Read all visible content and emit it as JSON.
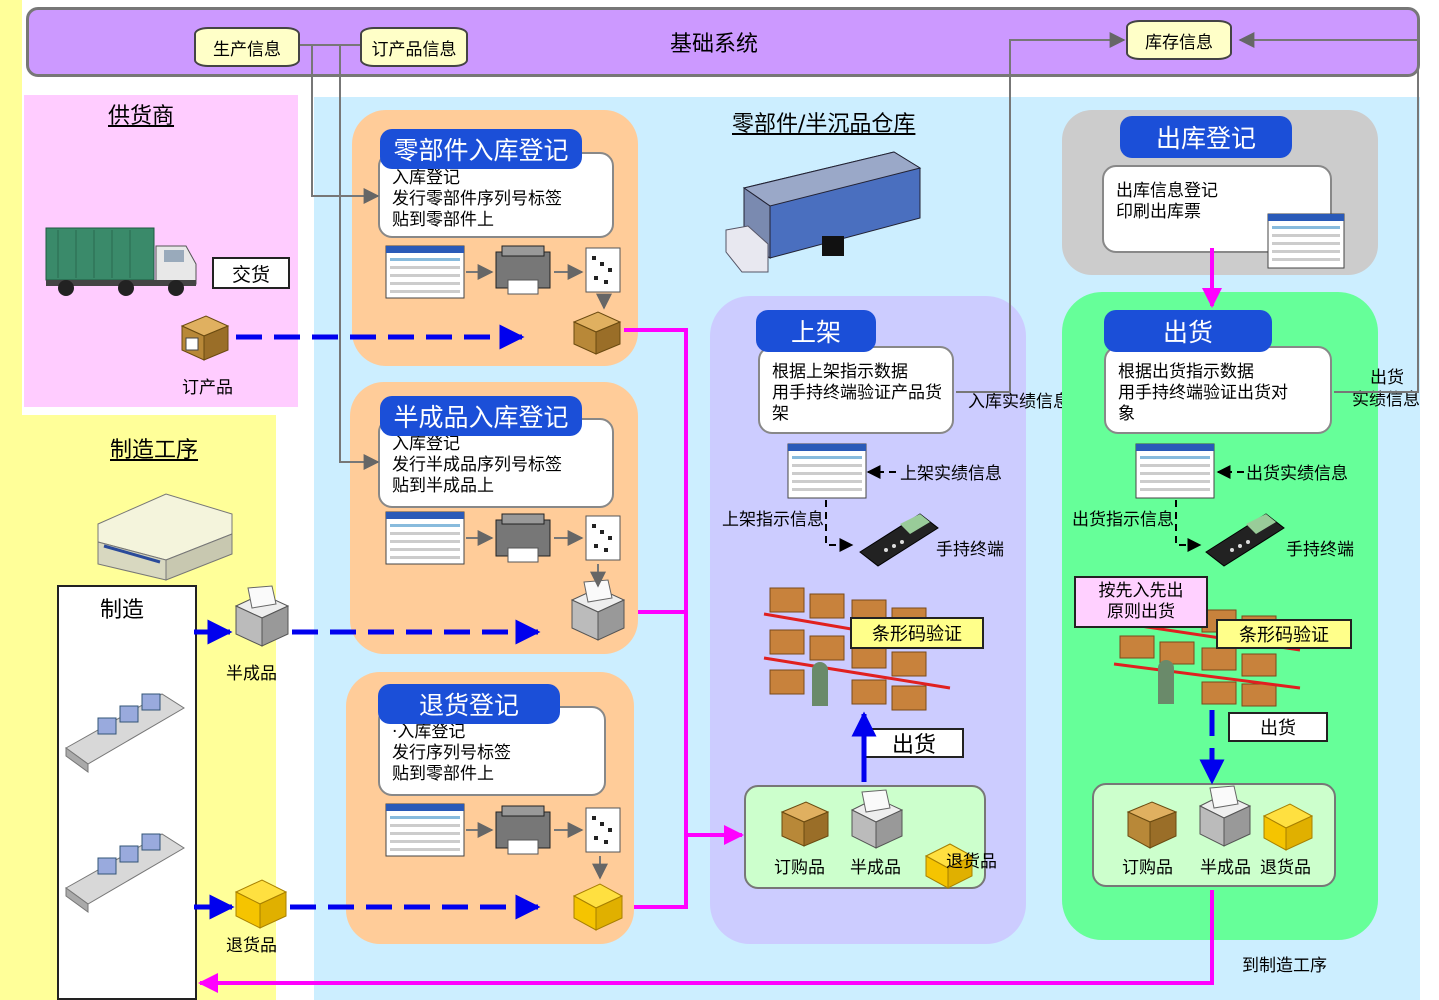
{
  "top_bar": {
    "title": "基础系统",
    "db_production": "生产信息",
    "db_order": "订产品信息",
    "db_inventory": "库存信息"
  },
  "supplier": {
    "title": "供货商",
    "delivery": "交货",
    "ordered_product": "订产品"
  },
  "manufacturing": {
    "title": "制造工序",
    "process": "制造",
    "semi_finished": "半成品",
    "returned": "退货品"
  },
  "warehouse": {
    "title": "零部件/半沉品仓库"
  },
  "parts_receiving": {
    "title": "零部件入库登记",
    "lines": [
      "入库登记",
      "发行零部件序列号标签",
      "贴到零部件上"
    ]
  },
  "semi_receiving": {
    "title": "半成品入库登记",
    "lines": [
      "入库登记",
      "发行半成品序列号标签",
      "贴到半成品上"
    ]
  },
  "return_receiving": {
    "title": "退货登记",
    "lines": [
      "·入库登记",
      "发行序列号标签",
      "贴到零部件上"
    ]
  },
  "shelving": {
    "title": "上架",
    "lines": [
      "根据上架指示数据",
      "用手持终端验证产品货",
      "架"
    ],
    "result_info": "入库实绩信息",
    "shelf_result": "上架实绩信息",
    "shelf_instruction": "上架指示信息",
    "handheld": "手持终端",
    "barcode": "条形码验证",
    "ship": "出货",
    "items": [
      "订购品",
      "半成品",
      "退货品"
    ]
  },
  "outbound_registration": {
    "title": "出库登记",
    "lines": [
      "出库信息登记",
      "印刷出库票"
    ]
  },
  "shipping": {
    "title": "出货",
    "lines": [
      "根据出货指示数据",
      "用手持终端验证出货对",
      "象"
    ],
    "result_info_1": "出货",
    "result_info_2": "实绩信息",
    "ship_result": "出货实绩信息",
    "ship_instruction": "出货指示信息",
    "handheld": "手持终端",
    "fifo_1": "按先入先出",
    "fifo_2": "原则出货",
    "barcode": "条形码验证",
    "ship": "出货",
    "items": [
      "订购品",
      "半成品",
      "退货品"
    ],
    "to_manufacturing": "到制造工序"
  },
  "colors": {
    "top_bar": "#cc99ff",
    "supplier_zone": "#ffccff",
    "manufacturing_zone": "#ffff99",
    "warehouse_zone": "#cceeff",
    "receiving_panel": "#ffcc99",
    "shelving_panel": "#ccccff",
    "outbound_panel": "#cccccc",
    "shipping_panel": "#66ff99",
    "title_pill": "#1b4fd8",
    "magenta_flow": "#ff00ff",
    "blue_flow": "#0000ee"
  }
}
